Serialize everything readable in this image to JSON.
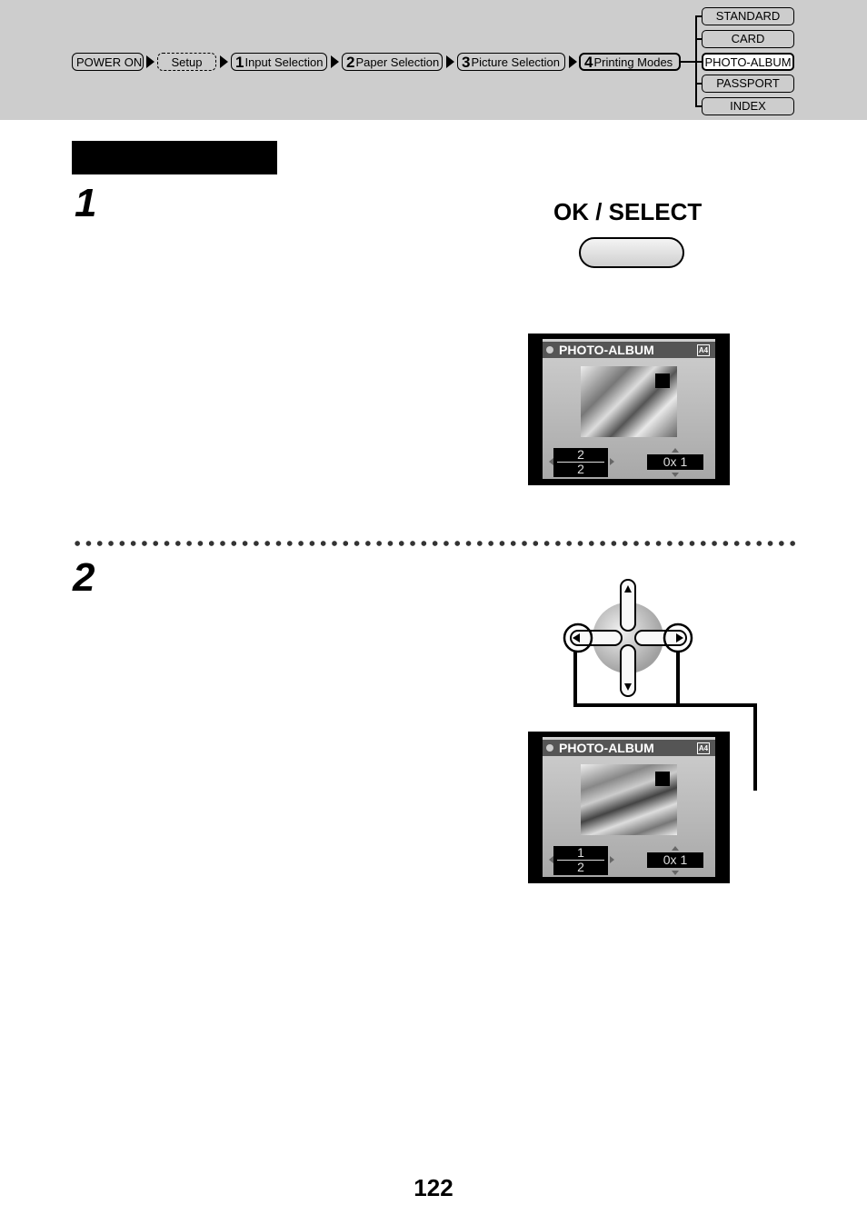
{
  "header": {
    "breadcrumb": [
      {
        "label": "POWER ON",
        "num": ""
      },
      {
        "label": "Setup",
        "num": ""
      },
      {
        "label": "Input Selection",
        "num": "1"
      },
      {
        "label": "Paper Selection",
        "num": "2"
      },
      {
        "label": "Picture Selection",
        "num": "3"
      },
      {
        "label": "Printing Modes",
        "num": "4"
      }
    ],
    "modes": [
      "STANDARD",
      "CARD",
      "PHOTO-ALBUM",
      "PASSPORT",
      "INDEX"
    ],
    "active_mode": "PHOTO-ALBUM"
  },
  "step1": {
    "number": "1",
    "button_label": "OK / SELECT",
    "screen": {
      "title": "PHOTO-ALBUM",
      "paper_icon": "A4",
      "page_current": "2",
      "page_total": "2",
      "copies": "0x 1"
    }
  },
  "step2": {
    "number": "2",
    "screen": {
      "title": "PHOTO-ALBUM",
      "paper_icon": "A4",
      "page_current": "1",
      "page_total": "2",
      "copies": "0x 1"
    }
  },
  "page_number": "122",
  "icons": {
    "dpad": "dpad-icon",
    "ok_button": "oval-button-icon"
  }
}
